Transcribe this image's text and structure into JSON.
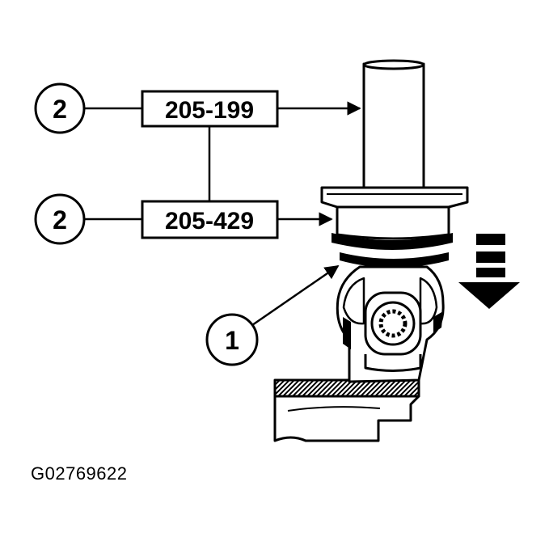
{
  "callouts": [
    {
      "number": "2",
      "part": "205-199"
    },
    {
      "number": "2",
      "part": "205-429"
    },
    {
      "number": "1"
    }
  ],
  "figure_id": "G02769622",
  "colors": {
    "ink": "#000000",
    "paper": "#ffffff"
  }
}
